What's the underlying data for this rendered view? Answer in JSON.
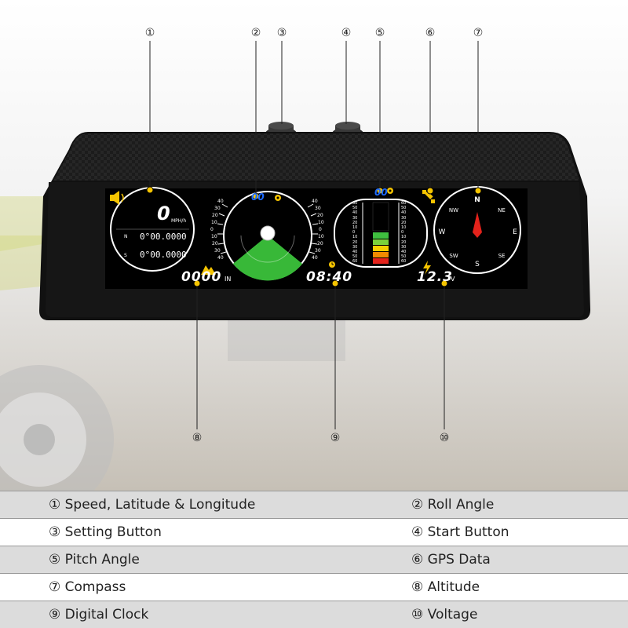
{
  "callouts": [
    "①",
    "②",
    "③",
    "④",
    "⑤",
    "⑥",
    "⑦",
    "⑧",
    "⑨",
    "⑩"
  ],
  "display": {
    "speed_value": "0",
    "speed_unit": "MPH/h",
    "lat_label": "N",
    "lat_value": "0°00.0000",
    "lon_label": "S",
    "lon_value": "0°00.0000",
    "roll_angle": "00",
    "pitch_angle": "00",
    "altitude_value": "0000",
    "altitude_unit": "IN",
    "clock": "08:40",
    "voltage_value": "12.3",
    "voltage_unit": "V",
    "roll_scale_left": [
      "40",
      "30",
      "20",
      "10",
      "0",
      "10",
      "20",
      "30",
      "40"
    ],
    "roll_scale_right": [
      "40",
      "30",
      "20",
      "10",
      "0",
      "10",
      "20",
      "30",
      "40"
    ],
    "pitch_scale": [
      "60",
      "50",
      "40",
      "30",
      "20",
      "10",
      "0",
      "10",
      "20",
      "30",
      "40",
      "50",
      "60"
    ],
    "compass": {
      "n": "N",
      "ne": "NE",
      "e": "E",
      "se": "SE",
      "s": "S",
      "sw": "SW",
      "w": "W",
      "nw": "NW"
    }
  },
  "legend": [
    {
      "left": "① Speed, Latitude & Longitude",
      "right": "② Roll Angle"
    },
    {
      "left": "③ Setting Button",
      "right": "④ Start Button"
    },
    {
      "left": "⑤ Pitch Angle",
      "right": "⑥ GPS Data"
    },
    {
      "left": "⑦ Compass",
      "right": "⑧ Altitude"
    },
    {
      "left": "⑨ Digital Clock",
      "right": "⑩ Voltage"
    }
  ],
  "colors": {
    "lcd_background": "#000000",
    "accent_yellow": "#f5c400",
    "segment_blue": "#1e6bff",
    "horizon_green": "#3fbf3f",
    "compass_needle": "#e3221b",
    "legend_shade": "#dcdcdc"
  },
  "icons": [
    "speaker-icon",
    "satellite-icon",
    "mountain-icon",
    "lightning-icon",
    "clock-icon",
    "gear-icon"
  ]
}
